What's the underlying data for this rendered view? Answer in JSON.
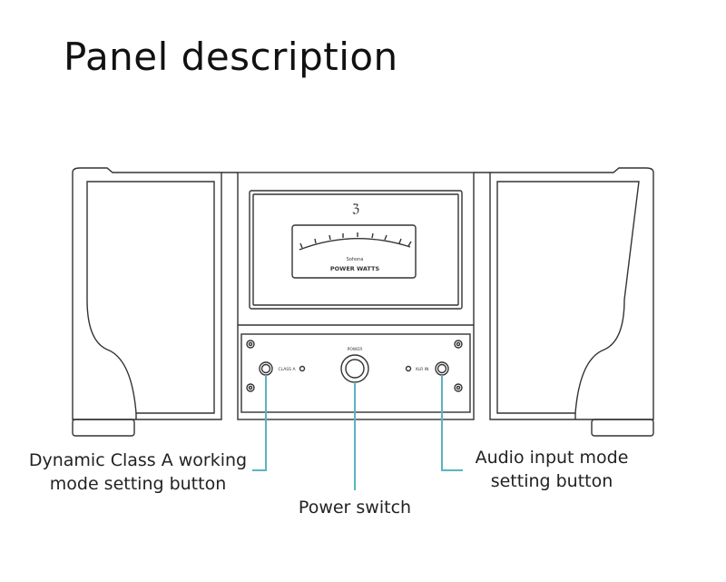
{
  "title": "Panel description",
  "device": {
    "meter_brand": "Sohona",
    "meter_caption": "POWER WATTS",
    "power_caption": "POWER",
    "class_a_caption": "CLASS A",
    "xlr_caption": "XLR IN",
    "logo_glyph": "ℨ"
  },
  "callouts": {
    "class_a": {
      "line1": "Dynamic Class A working",
      "line2": "mode setting button"
    },
    "power": {
      "line1": "Power switch"
    },
    "input": {
      "line1": "Audio input mode",
      "line2": "setting button"
    }
  },
  "colors": {
    "outline": "#333333",
    "leader": "#5ab4c4"
  }
}
